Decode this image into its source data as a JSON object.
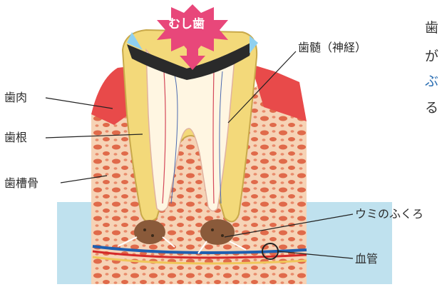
{
  "title_burst": "むし歯",
  "labels": {
    "gum": "歯肉",
    "root": "歯根",
    "alveolar_bone": "歯槽骨",
    "pulp": "歯髄（神経）",
    "pus_sac": "ウミのふくろ",
    "blood_vessel": "血管"
  },
  "side_text": [
    "歯",
    "が",
    "ぶ",
    "る"
  ],
  "colors": {
    "burst": "#e8477a",
    "gum": "#e84a4a",
    "dentin": "#f3d97a",
    "pulp": "#fff6e2",
    "bone": "#e8a27a",
    "blue_box": "#bfe1ee"
  }
}
